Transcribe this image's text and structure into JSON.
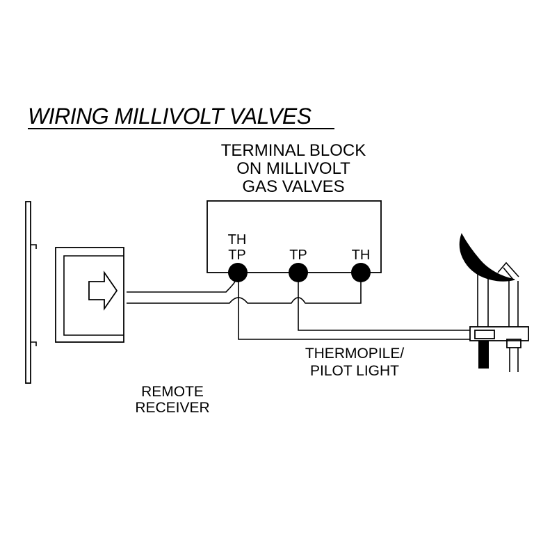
{
  "title": "WIRING MILLIVOLT VALVES",
  "terminal_block": {
    "label_lines": [
      "TERMINAL BLOCK",
      "ON MILLIVOLT",
      "GAS VALVES"
    ],
    "terminals": [
      {
        "lines": [
          "TH",
          "TP"
        ]
      },
      {
        "lines": [
          "TP"
        ]
      },
      {
        "lines": [
          "TH"
        ]
      }
    ]
  },
  "remote_receiver": {
    "label_lines": [
      "REMOTE",
      "RECEIVER"
    ]
  },
  "thermopile": {
    "label_lines": [
      "THERMOPILE/",
      "PILOT LIGHT"
    ]
  }
}
